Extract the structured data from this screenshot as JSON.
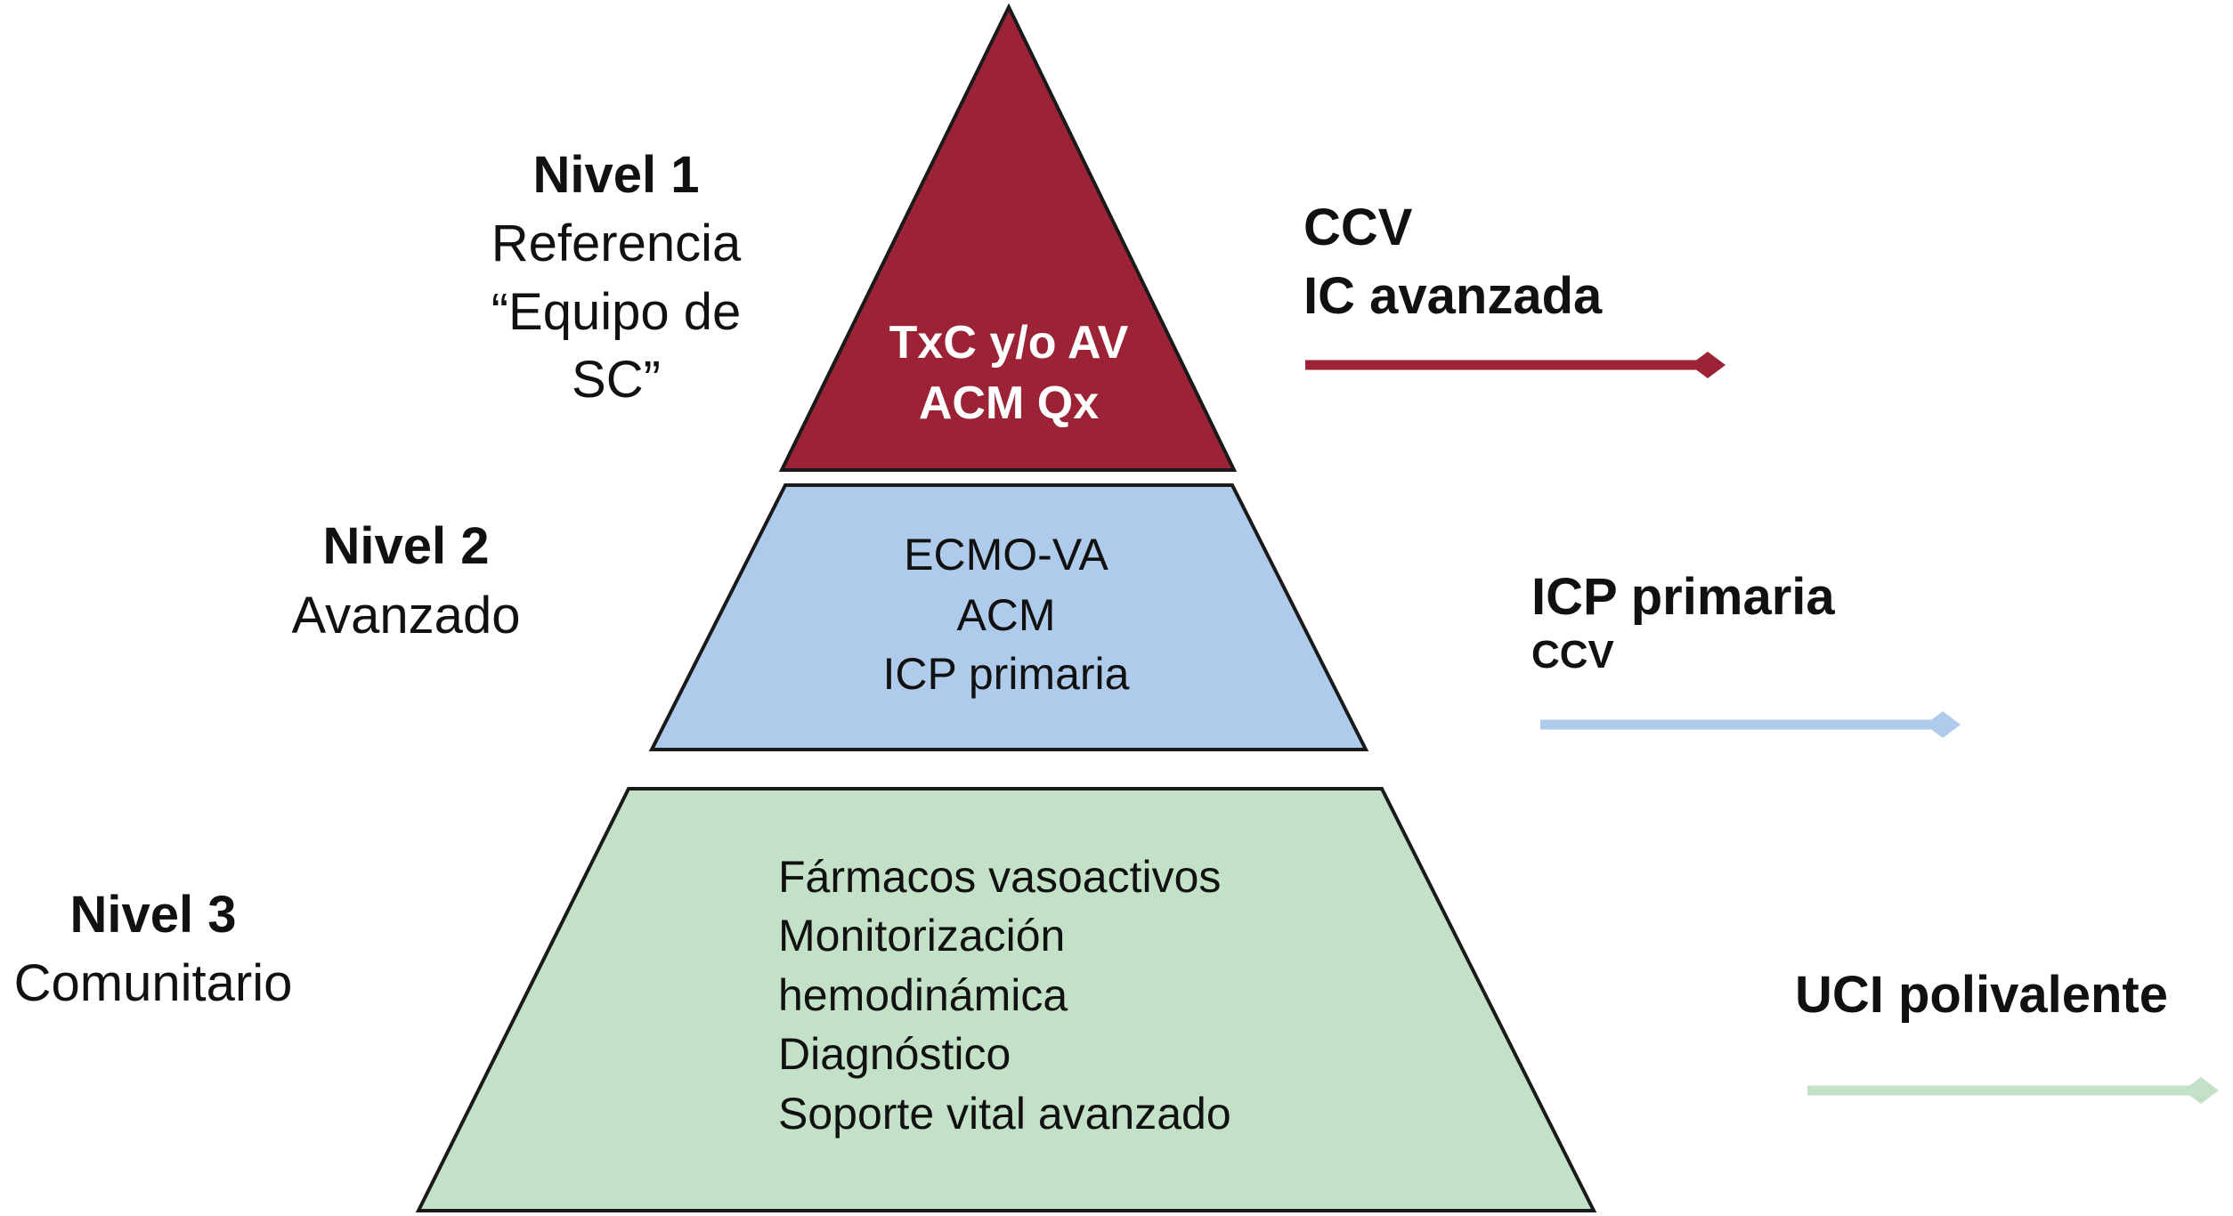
{
  "colors": {
    "tier1": "#9b2335",
    "tier2": "#aecbeb",
    "tier3": "#c3e1c6",
    "outline": "#1a1a1a",
    "arrow1": "#9b2335",
    "arrow2": "#aecbeb",
    "arrow3": "#c3e1c6"
  },
  "levels": [
    {
      "heading": "Nivel 1",
      "subtitle_lines": [
        "Referencia",
        "“Equipo de",
        "SC”"
      ],
      "tier_lines": [
        "TxC y/o AV",
        "ACM Qx"
      ],
      "right_lines": [
        "CCV",
        "IC avanzada"
      ]
    },
    {
      "heading": "Nivel 2",
      "subtitle_lines": [
        "Avanzado"
      ],
      "tier_lines": [
        "ECMO-VA",
        "ACM",
        "ICP primaria"
      ],
      "right_lines": [
        "ICP primaria",
        "CCV"
      ]
    },
    {
      "heading": "Nivel 3",
      "subtitle_lines": [
        "Comunitario"
      ],
      "tier_lines": [
        "Fármacos vasoactivos",
        "Monitorización",
        "hemodinámica",
        "Diagnóstico",
        "Soporte vital avanzado"
      ],
      "right_lines": [
        "UCI polivalente"
      ]
    }
  ]
}
